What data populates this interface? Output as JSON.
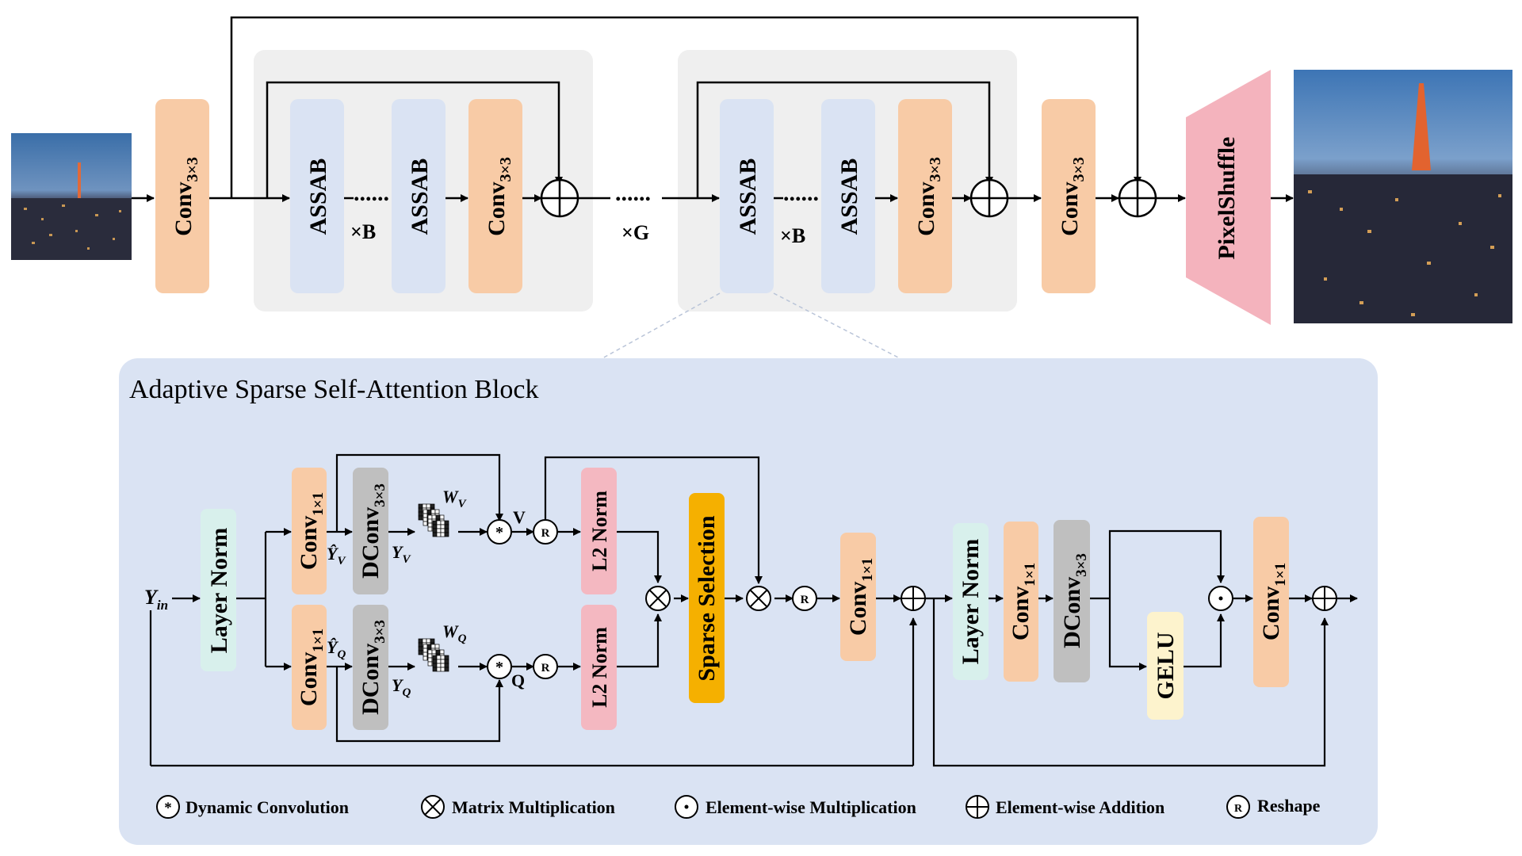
{
  "top": {
    "conv_first": {
      "base": "Conv",
      "sub": "3×3"
    },
    "group1": {
      "block_a": "ASSAB",
      "times_b": "×B",
      "block_b": "ASSAB",
      "conv": {
        "base": "Conv",
        "sub": "3×3"
      }
    },
    "dots_between": "......",
    "times_g": "×G",
    "group2": {
      "block_a": "ASSAB",
      "times_b": "×B",
      "block_b": "ASSAB",
      "conv": {
        "base": "Conv",
        "sub": "3×3"
      }
    },
    "conv_last": {
      "base": "Conv",
      "sub": "3×3"
    },
    "pixel_shuffle": "PixelShuffle"
  },
  "assab": {
    "title": "Adaptive Sparse Self-Attention Block",
    "input": {
      "base": "Y",
      "sub": "in"
    },
    "layer_norm_1": "Layer Norm",
    "conv1x1_top": {
      "base": "Conv",
      "sub": "1×1"
    },
    "conv1x1_bot": {
      "base": "Conv",
      "sub": "1×1"
    },
    "dconv_top": {
      "base": "DConv",
      "sub": "3×3"
    },
    "dconv_bot": {
      "base": "DConv",
      "sub": "3×3"
    },
    "yhat_v": {
      "base": "Ŷ",
      "sub": "V"
    },
    "yhat_q": {
      "base": "Ŷ",
      "sub": "Q"
    },
    "y_v": {
      "base": "Y",
      "sub": "V"
    },
    "y_q": {
      "base": "Y",
      "sub": "Q"
    },
    "w_v": {
      "base": "W",
      "sub": "V"
    },
    "w_q": {
      "base": "W",
      "sub": "Q"
    },
    "v_label": "V",
    "q_label": "Q",
    "l2_top": "L2 Norm",
    "l2_bot": "L2 Norm",
    "sparse_selection": "Sparse Selection",
    "conv1x1_mid": {
      "base": "Conv",
      "sub": "1×1"
    },
    "layer_norm_2": "Layer Norm",
    "conv1x1_ffn": {
      "base": "Conv",
      "sub": "1×1"
    },
    "dconv_ffn": {
      "base": "DConv",
      "sub": "3×3"
    },
    "gelu": "GELU",
    "conv1x1_out": {
      "base": "Conv",
      "sub": "1×1"
    }
  },
  "legend": [
    {
      "symbol": "dynamic-conv",
      "label": "Dynamic Convolution"
    },
    {
      "symbol": "matrix-mult",
      "label": "Matrix Multiplication"
    },
    {
      "symbol": "element-mult",
      "label": "Element-wise Multiplication"
    },
    {
      "symbol": "element-add",
      "label": "Element-wise Addition"
    },
    {
      "symbol": "reshape",
      "label": "Reshape"
    }
  ],
  "colors": {
    "conv": "#f8cba6",
    "assab": "#dae3f3",
    "dconv": "#bfbfbf",
    "l2": "#f4b8c1",
    "layer_norm": "#d8f0ec",
    "sparse": "#f5b000",
    "gelu": "#fdf3cd",
    "panel": "#dae3f3",
    "group": "#efefef",
    "pixel_shuffle": "#f4b3bd"
  }
}
